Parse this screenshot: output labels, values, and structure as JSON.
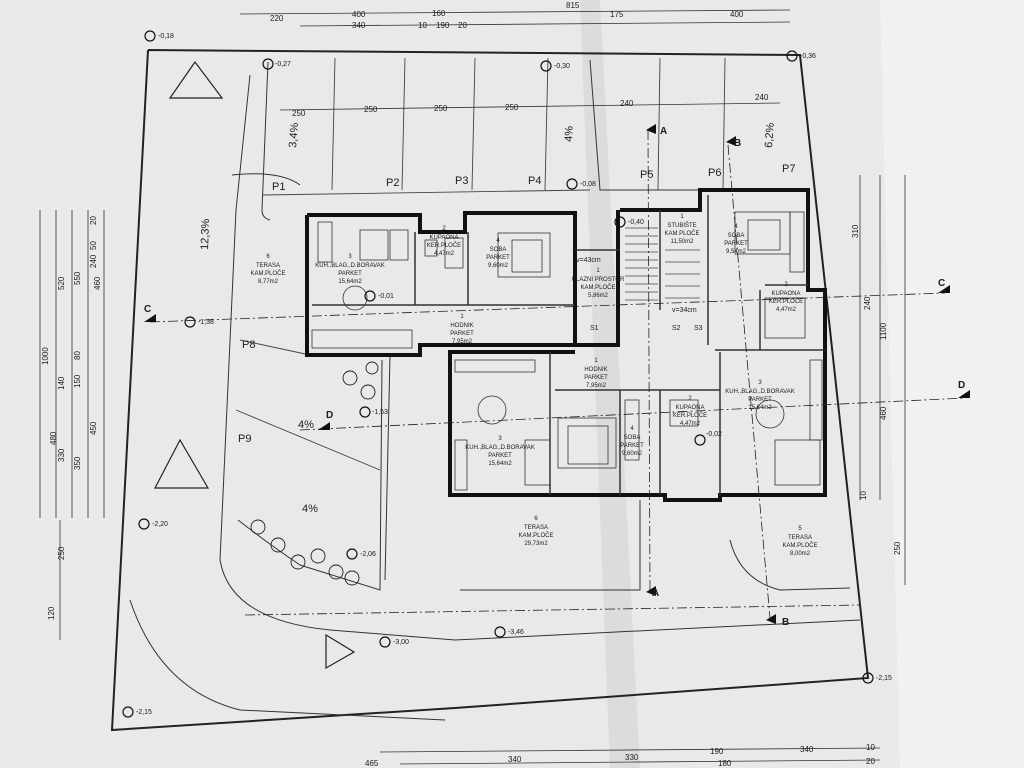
{
  "dims_top": [
    "220",
    "400",
    "160",
    "815",
    "340",
    "10",
    "190",
    "20",
    "175",
    "400"
  ],
  "dims_top_row2": [
    "250",
    "250",
    "250",
    "250",
    "240",
    "240"
  ],
  "dims_left": [
    "1000",
    "520",
    "550",
    "240",
    "460",
    "80",
    "140",
    "150",
    "350",
    "480",
    "330",
    "450",
    "20",
    "50",
    "250",
    "120"
  ],
  "dims_right": [
    "310",
    "240",
    "1100",
    "460",
    "250",
    "10"
  ],
  "dims_bottom": [
    "465",
    "340",
    "330",
    "190",
    "340",
    "180",
    "10",
    "20"
  ],
  "levels": [
    "-0,18",
    "-0,27",
    "-0,30",
    "-0,36",
    "-0,08",
    "-0,40",
    "-0,01",
    "-1,38",
    "-1,53",
    "-2,20",
    "-2,06",
    "-3,00",
    "-3,46",
    "-2,15",
    "-2,15",
    "-0,02"
  ],
  "slopes": [
    "12,3%",
    "3,4%",
    "4%",
    "6,2%",
    "4%",
    "4%"
  ],
  "parking": [
    "P1",
    "P2",
    "P3",
    "P4",
    "P5",
    "P6",
    "P7",
    "P8",
    "P9"
  ],
  "sections": [
    "A",
    "A",
    "B",
    "B",
    "C",
    "C",
    "D",
    "D"
  ],
  "stair_marks": [
    "v=43cm",
    "v=34cm",
    "S1",
    "S2",
    "S3"
  ],
  "rooms": [
    {
      "num": "6",
      "name": "TERASA",
      "floor": "KAM.PLOČE",
      "area": "8,77m2"
    },
    {
      "num": "3",
      "name": "KUH.,BLAG.,D.BORAVAK",
      "floor": "PARKET",
      "area": "15,64m2"
    },
    {
      "num": "2",
      "name": "KUPAONA",
      "floor": "KER.PLOČE",
      "area": "4,47m2"
    },
    {
      "num": "4",
      "name": "SOBA",
      "floor": "PARKET",
      "area": "9,60m2"
    },
    {
      "num": "1",
      "name": "HODNIK",
      "floor": "PARKET",
      "area": "7,95m2"
    },
    {
      "num": "1",
      "name": "ULAZNI PROSTOR",
      "floor": "KAM.PLOČE",
      "area": "5,86m2"
    },
    {
      "num": "1",
      "name": "STUBIŠTE",
      "floor": "KAM.PLOČE",
      "area": "11,50m2"
    },
    {
      "num": "4",
      "name": "SOBA",
      "floor": "PARKET",
      "area": "9,54m2"
    },
    {
      "num": "2",
      "name": "KUPAONA",
      "floor": "KER.PLOČE",
      "area": "4,47m2"
    },
    {
      "num": "1",
      "name": "HODNIK",
      "floor": "PARKET",
      "area": "7,95m2"
    },
    {
      "num": "3",
      "name": "KUH.,BLAG.,D.BORAVAK",
      "floor": "PARKET",
      "area": "15,64m2"
    },
    {
      "num": "4",
      "name": "SOBA",
      "floor": "PARKET",
      "area": "9,60m2"
    },
    {
      "num": "2",
      "name": "KUPAONA",
      "floor": "KER.PLOČE",
      "area": "4,47m2"
    },
    {
      "num": "3",
      "name": "KUH.,BLAG.,D.BORAVAK",
      "floor": "PARKET",
      "area": "15,64m2"
    },
    {
      "num": "6",
      "name": "TERASA",
      "floor": "KAM.PLOČE",
      "area": "29,73m2"
    },
    {
      "num": "5",
      "name": "TERASA",
      "floor": "KAM.PLOČE",
      "area": "8,00m2"
    }
  ]
}
